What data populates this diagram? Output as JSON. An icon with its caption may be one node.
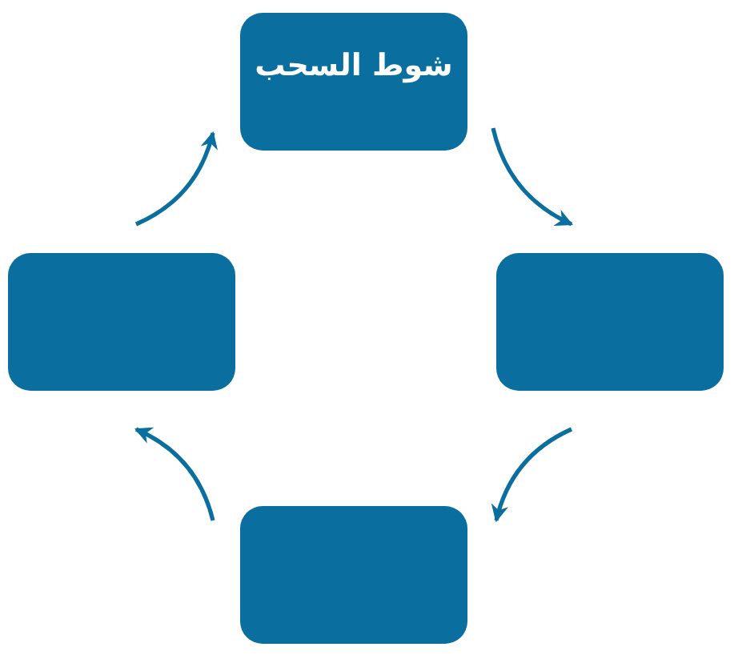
{
  "diagram": {
    "nodes": [
      {
        "text": [
          "شوط السحب"
        ]
      },
      {
        "text": [],
        "shape": "box"
      },
      {
        "text": [],
        "shape": "box"
      },
      {
        "text": [],
        "shape": "box"
      }
    ],
    "edges": [
      {
        "from": 0,
        "to": 2,
        "arrow": "to"
      },
      {
        "from": 2,
        "to": 3,
        "arrow": "to"
      },
      {
        "from": 3,
        "to": 1,
        "arrow": "to"
      },
      {
        "from": 1,
        "to": 0,
        "arrow": "to"
      }
    ]
  }
}
